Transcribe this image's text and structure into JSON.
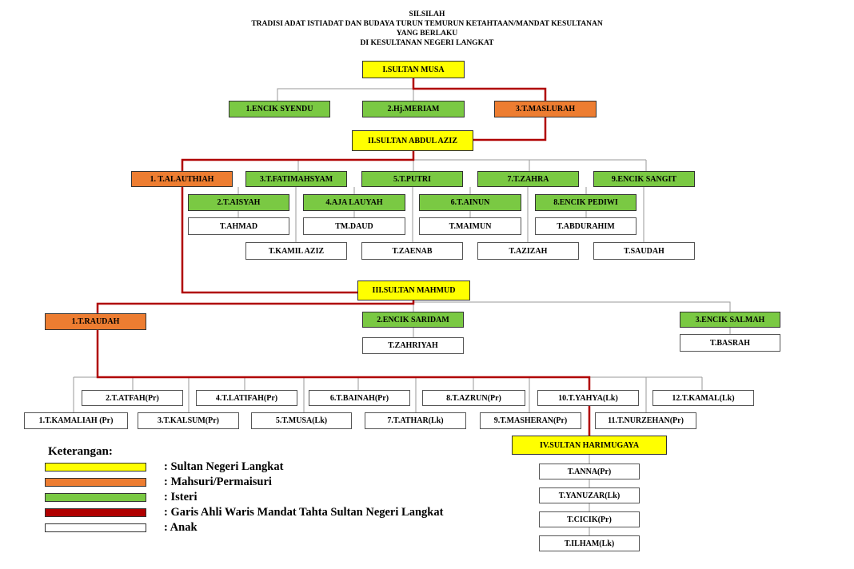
{
  "title": {
    "line1": "SILSILAH",
    "line2": "TRADISI ADAT ISTIADAT DAN BUDAYA TURUN TEMURUN KETAHTAAN/MANDAT  KESULTANAN",
    "line3": "YANG BERLAKU",
    "line4": "DI KESULTANAN NEGERI LANGKAT"
  },
  "colors": {
    "sultan": "#ffff00",
    "mahsuri": "#ed7d31",
    "isteri": "#7ac943",
    "garis": "#b00000",
    "anak": "#ffffff"
  },
  "gen1": {
    "sultan": "I.SULTAN MUSA",
    "wives": [
      "1.ENCIK SYENDU",
      "2.Hj.MERIAM",
      "3.T.MASLURAH"
    ]
  },
  "gen2": {
    "sultan": "II.SULTAN ABDUL AZIZ",
    "wives_top": [
      "1. T.ALAUTHIAH",
      "3.T.FATIMAHSYAM",
      "5.T.PUTRI",
      "7.T.ZAHRA",
      "9.ENCIK SANGIT"
    ],
    "wives_mid": [
      "2.T.AISYAH",
      "4.AJA LAUYAH",
      "6.T.AINUN",
      "8.ENCIK PEDIWI"
    ],
    "children_a": [
      "T.AHMAD",
      "TM.DAUD",
      "T.MAIMUN",
      "T.ABDURAHIM"
    ],
    "children_b": [
      "T.KAMIL AZIZ",
      "T.ZAENAB",
      "T.AZIZAH",
      "T.SAUDAH"
    ]
  },
  "gen3": {
    "sultan": "III.SULTAN MAHMUD",
    "wives": [
      "1.T.RAUDAH",
      "2.ENCIK SARIDAM",
      "3.ENCIK SALMAH"
    ],
    "children_wife2": [
      "T.ZAHRIYAH"
    ],
    "children_wife3": [
      "T.BASRAH"
    ],
    "children_upper": [
      "2.T.ATFAH(Pr)",
      "4.T.LATIFAH(Pr)",
      "6.T.BAINAH(Pr)",
      "8.T.AZRUN(Pr)",
      "10.T.YAHYA(Lk)",
      "12.T.KAMAL(Lk)"
    ],
    "children_lower": [
      "1.T.KAMALIAH (Pr)",
      "3.T.KALSUM(Pr)",
      "5.T.MUSA(Lk)",
      "7.T.ATHAR(Lk)",
      "9.T.MASHERAN(Pr)",
      "11.T.NURZEHAN(Pr)"
    ]
  },
  "gen4": {
    "sultan": "IV.SULTAN HARIMUGAYA",
    "children": [
      "T.ANNA(Pr)",
      "T.YANUZAR(Lk)",
      "T.CICIK(Pr)",
      "T.ILHAM(Lk)"
    ]
  },
  "legend": {
    "title": "Keterangan:",
    "items": [
      ": Sultan Negeri Langkat",
      ": Mahsuri/Permaisuri",
      ": Isteri",
      ": Garis Ahli Waris Mandat Tahta Sultan Negeri Langkat",
      ": Anak"
    ]
  }
}
